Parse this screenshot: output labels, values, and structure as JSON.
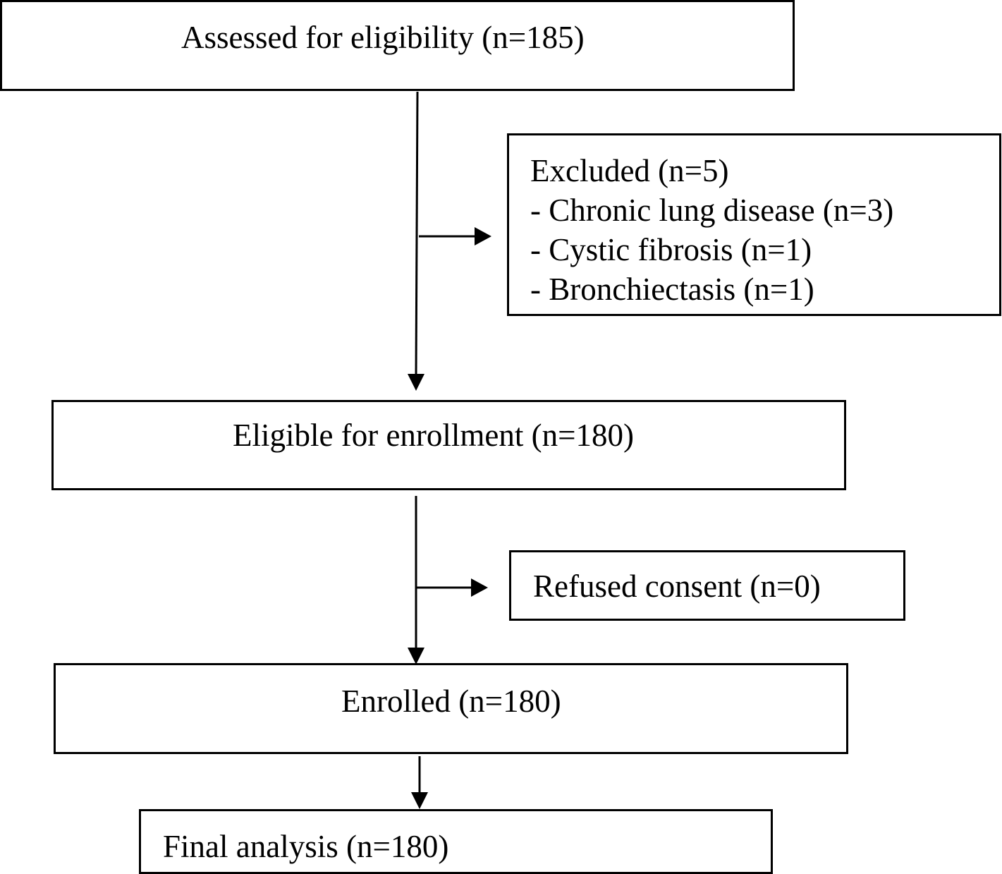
{
  "flowchart": {
    "assessed": "Assessed for eligibility (n=185)",
    "excluded": {
      "title": "Excluded (n=5)",
      "reasons": [
        "- Chronic lung disease (n=3)",
        "- Cystic fibrosis (n=1)",
        "- Bronchiectasis (n=1)"
      ]
    },
    "eligible": "Eligible for enrollment (n=180)",
    "refused": "Refused consent (n=0)",
    "enrolled": "Enrolled (n=180)",
    "final": "Final analysis (n=180)"
  }
}
